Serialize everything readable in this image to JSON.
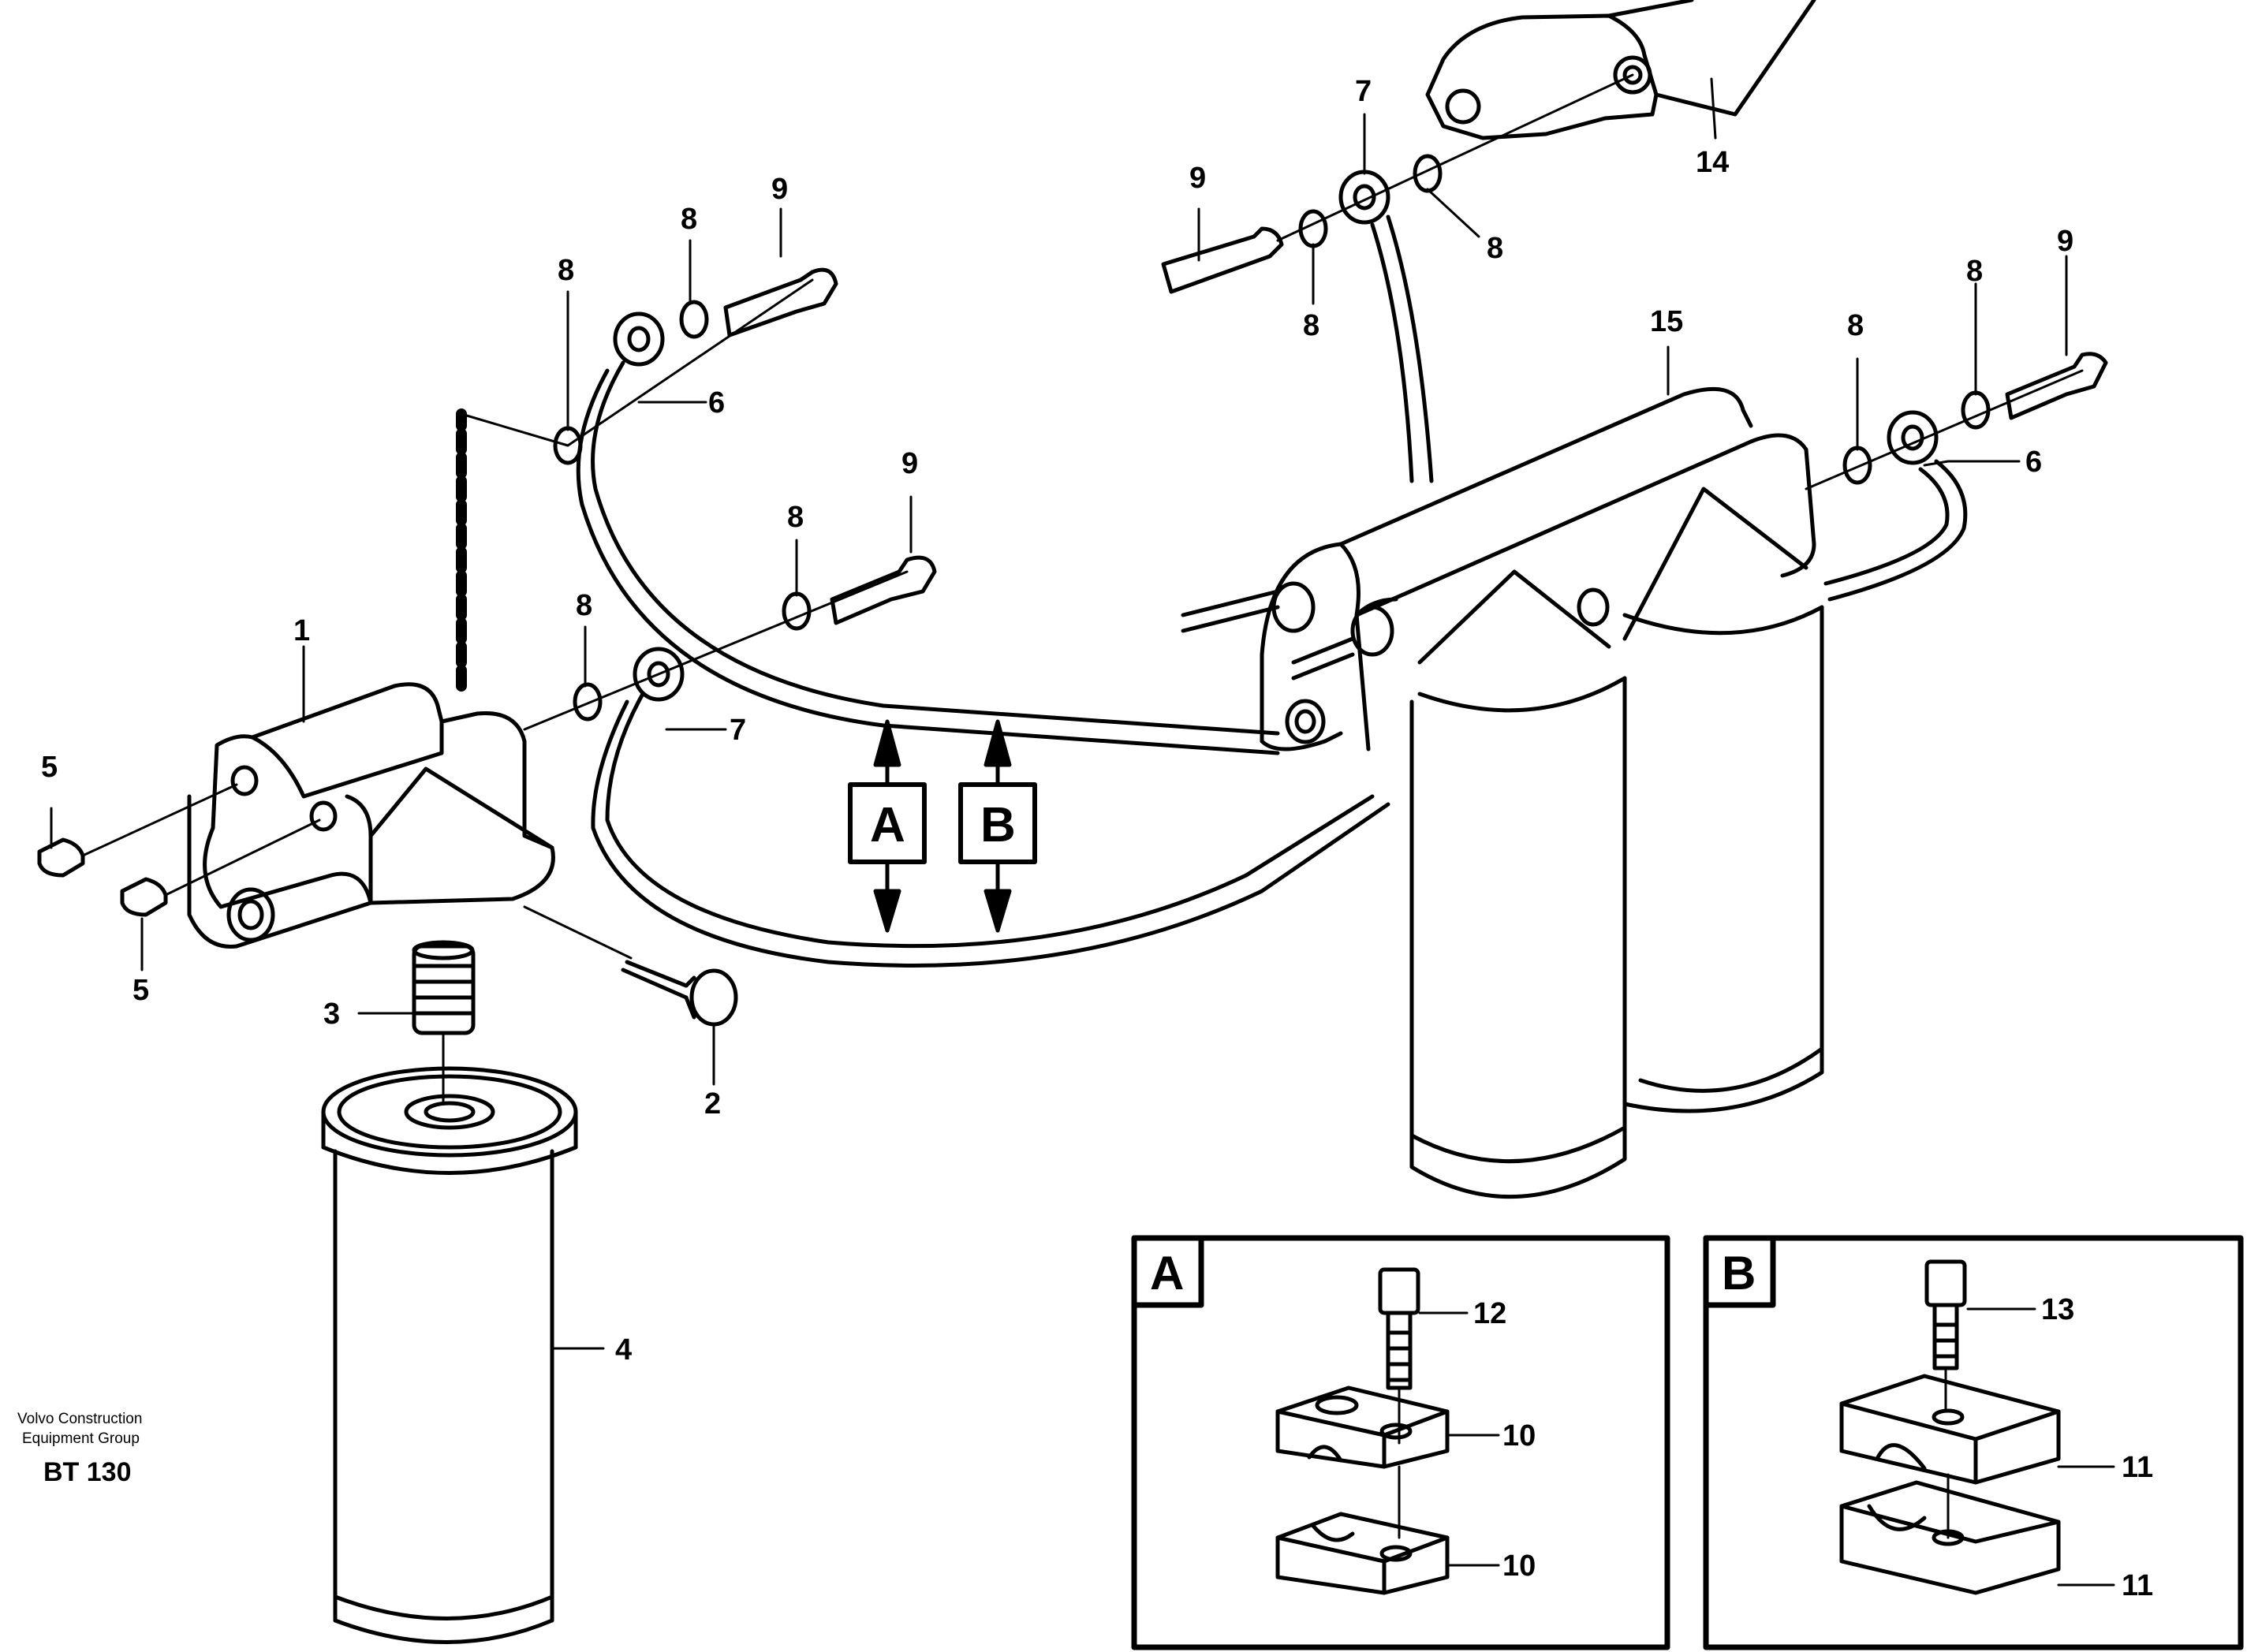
{
  "credit": {
    "line1": "Volvo Construction",
    "line2": "Equipment Group",
    "code": "BT 130"
  },
  "section_markers": {
    "a": "A",
    "b": "B"
  },
  "inset_a": {
    "letter": "A",
    "labels": [
      "12",
      "10",
      "10"
    ]
  },
  "inset_b": {
    "letter": "B",
    "labels": [
      "13",
      "11",
      "11"
    ]
  },
  "callouts": {
    "c1": "1",
    "c2": "2",
    "c3": "3",
    "c4": "4",
    "c5a": "5",
    "c5b": "5",
    "c6a": "6",
    "c6b": "6",
    "c7a": "7",
    "c7b": "7",
    "c8a": "8",
    "c8b": "8",
    "c8c": "8",
    "c8d": "8",
    "c8e": "8",
    "c8f": "8",
    "c8g": "8",
    "c8h": "8",
    "c9a": "9",
    "c9b": "9",
    "c9c": "9",
    "c9d": "9",
    "c14": "14",
    "c15": "15"
  }
}
